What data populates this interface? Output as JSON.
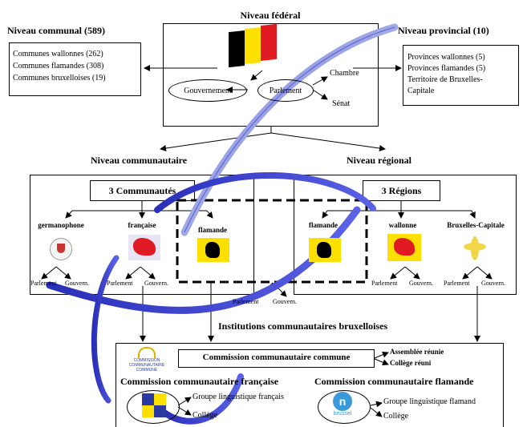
{
  "federal": {
    "title": "Niveau fédéral",
    "government": "Gouvernement",
    "parliament": "Parlement",
    "chamber": "Chambre",
    "senate": "Sénat"
  },
  "communal": {
    "title": "Niveau communal (589)",
    "items": [
      "Communes wallonnes (262)",
      "Communes flamandes (308)",
      "Communes bruxelloises (19)"
    ]
  },
  "provincial": {
    "title": "Niveau provincial (10)",
    "items": [
      "Provinces wallonnes (5)",
      "Provinces flamandes (5)",
      "Territoire de Bruxelles-",
      "Capitale"
    ]
  },
  "community": {
    "title": "Niveau communautaire",
    "box_title": "3 Communautés",
    "german": "germanophone",
    "french": "française",
    "flemish": "flamande",
    "parliament": "Parlement",
    "government": "Gouvern."
  },
  "regional": {
    "title": "Niveau régional",
    "box_title": "3 Régions",
    "flemish": "flamande",
    "walloon": "wallonne",
    "brussels": "Bruxelles-Capitale",
    "parliament": "Parlement",
    "government": "Gouvern."
  },
  "merged": {
    "parliament": "Parlement",
    "government": "Gouvern."
  },
  "brussels": {
    "title": "Institutions communautaires bruxelloises",
    "ccc": "Commission communautaire commune",
    "ccc_logo_text": [
      "COMMISSION",
      "COMMUNAUTAIRE",
      "COMMUNE"
    ],
    "ccc_assembly": "Assemblée réunie",
    "ccc_college": "Collège réuni",
    "cocof": "Commission communautaire française",
    "cocof_group": "Groupe linguistique français",
    "cocof_college": "Collège",
    "vgc": "Commission communautaire flamande",
    "vgc_logo_text": "brussel",
    "vgc_group": "Groupe linguistique flamand",
    "vgc_college": "Collège"
  },
  "colors": {
    "arrow_blue": "#3a3fd0",
    "arrow_light": "#9aa4ea",
    "flag_black": "#000000",
    "flag_yellow": "#fde000",
    "flag_red": "#e01a22",
    "cocof_blue": "#2a3aa0"
  }
}
